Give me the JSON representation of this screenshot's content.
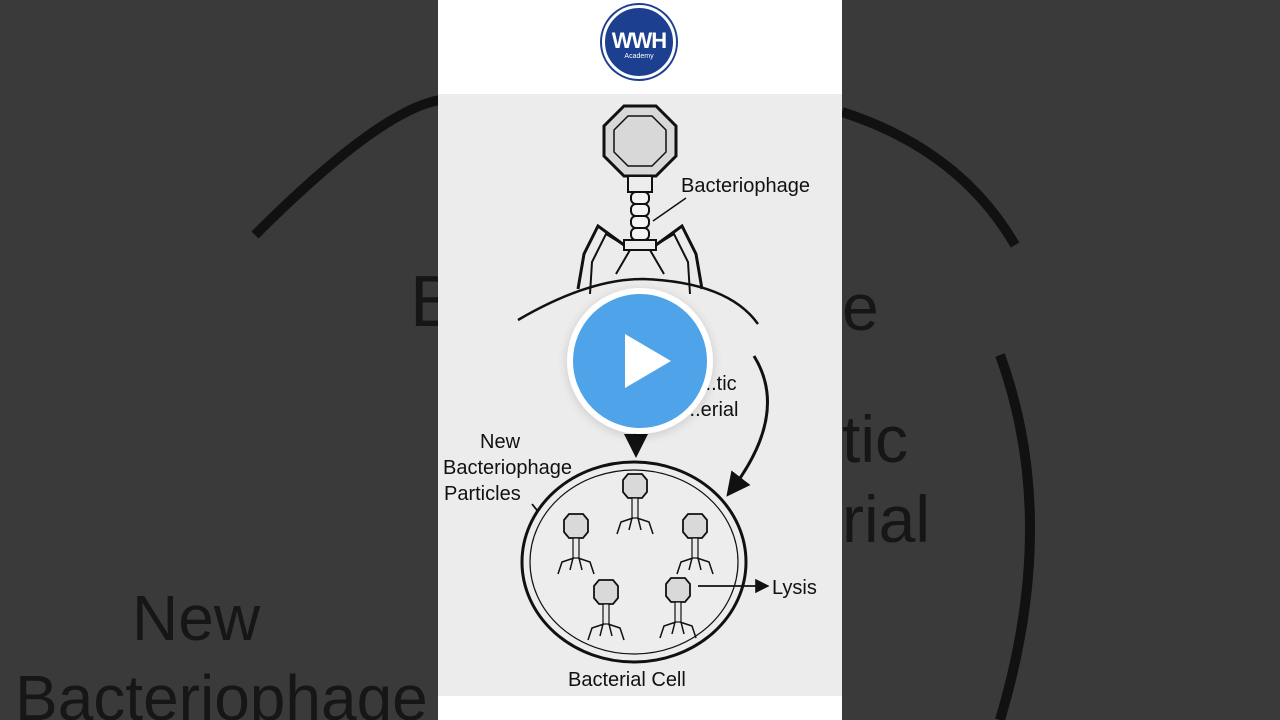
{
  "logo": {
    "brand": "WWH",
    "subtitle": "Academy",
    "color": "#1c3f8f"
  },
  "diagram": {
    "labels": {
      "bacteriophage": "Bacteriophage",
      "genetic_line1": "...tic",
      "genetic_line2": "...erial",
      "new_particles_line1": "New",
      "new_particles_line2": "Bacteriophage",
      "new_particles_line3": "Particles",
      "lysis": "Lysis",
      "bacterial_cell": "Bacterial Cell"
    }
  },
  "background_blur_text": {
    "left_top": "B",
    "left_new": "New",
    "left_bacteriophage": "Bacteriophage",
    "right_e": "e",
    "right_tic": "tic",
    "right_rial": "rial"
  },
  "play_button": {
    "icon": "play-icon",
    "color": "#4fa3e8"
  }
}
